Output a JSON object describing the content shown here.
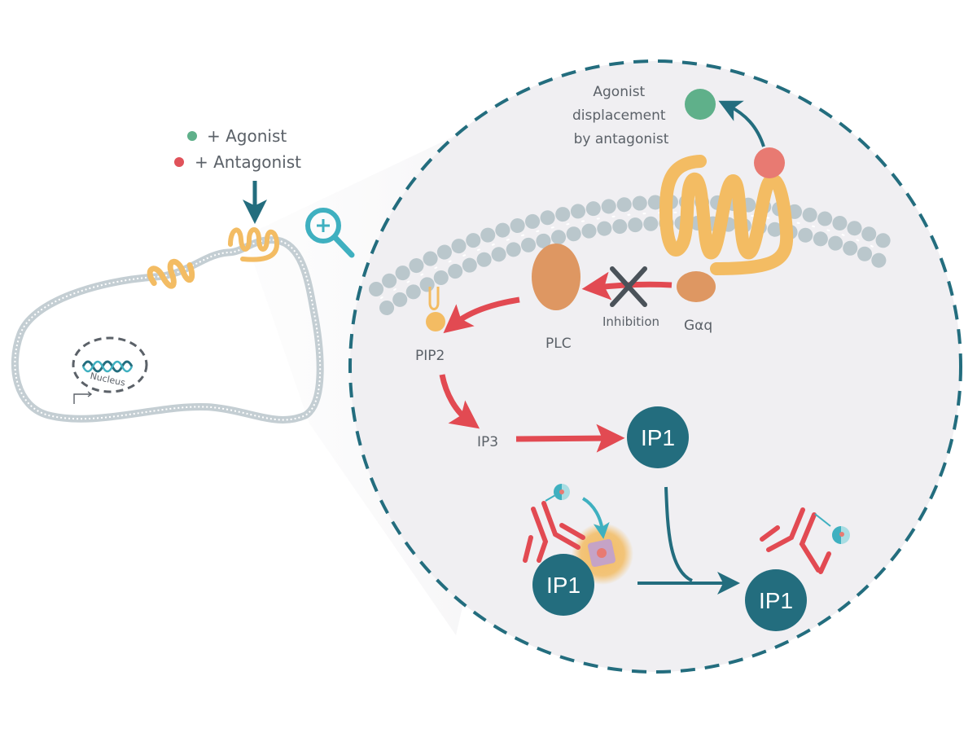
{
  "legend": {
    "agonist": {
      "label": "+ Agonist",
      "color": "#5fb08a"
    },
    "antagonist": {
      "label": "+ Antagonist",
      "color": "#e0525a"
    }
  },
  "cell": {
    "nucleus_label": "Nucleus"
  },
  "zoom_view": {
    "displacement_label_lines": [
      "Agonist",
      "displacement",
      "by antagonist"
    ],
    "labels": {
      "pip2": "PIP2",
      "plc": "PLC",
      "inhibition": "Inhibition",
      "gaq": "Gαq",
      "ip3": "IP3",
      "ip1_free": "IP1",
      "ip1_bound": "IP1",
      "ip1_result": "IP1"
    }
  },
  "colors": {
    "teal_dark": "#236d7e",
    "teal_light": "#3fb0c0",
    "receptor": "#f3bc63",
    "enzyme": "#de9762",
    "pathway_arrow": "#e24a52",
    "membrane": "#b9c6cc",
    "zoom_bg": "#f0eff2",
    "text": "#5b6168"
  }
}
